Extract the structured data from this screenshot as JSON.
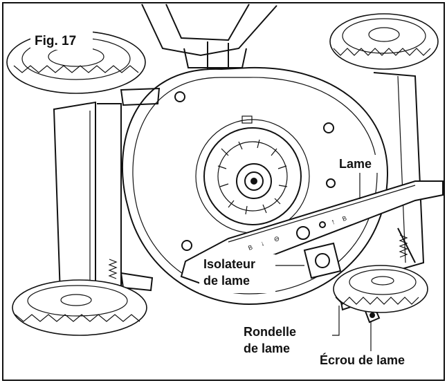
{
  "figure": {
    "label": "Fig. 17",
    "callouts": {
      "blade": "Lame",
      "insulator_line1": "Isolateur",
      "insulator_line2": "de lame",
      "washer_line1": "Rondelle",
      "washer_line2": "de lame",
      "nut": "Écrou de lame"
    },
    "blade_marks": [
      "B",
      "↓",
      "⊖",
      "◯",
      "○",
      "↑",
      "B"
    ]
  }
}
